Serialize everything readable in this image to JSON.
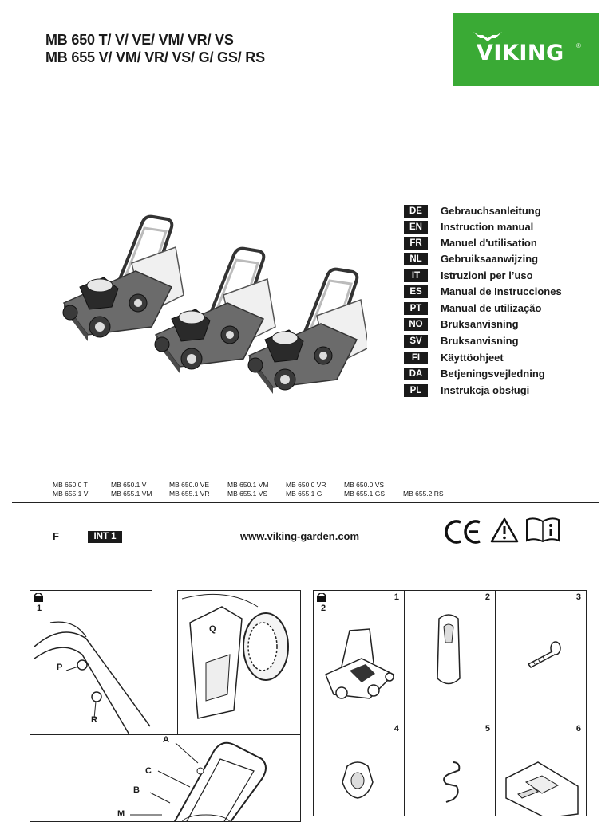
{
  "header": {
    "title_line_1": "MB 650 T/ V/ VE/ VM/ VR/ VS",
    "title_line_2": "MB 655 V/ VM/ VR/ VS/ G/ GS/ RS",
    "logo": {
      "text": "VIKING",
      "registered": "®",
      "color": "#3aaa35"
    }
  },
  "languages": [
    {
      "code": "DE",
      "name": "Gebrauchsanleitung"
    },
    {
      "code": "EN",
      "name": "Instruction manual"
    },
    {
      "code": "FR",
      "name": "Manuel d'utilisation"
    },
    {
      "code": "NL",
      "name": "Gebruiksaanwijzing"
    },
    {
      "code": "IT",
      "name": "Istruzioni per l’uso"
    },
    {
      "code": "ES",
      "name": "Manual de Instrucciones"
    },
    {
      "code": "PT",
      "name": "Manual de utilização"
    },
    {
      "code": "NO",
      "name": "Bruksanvisning"
    },
    {
      "code": "SV",
      "name": "Bruksanvisning"
    },
    {
      "code": "FI",
      "name": "Käyttöohjeet"
    },
    {
      "code": "DA",
      "name": "Betjeningsvejledning"
    },
    {
      "code": "PL",
      "name": "Instrukcja obsługi"
    }
  ],
  "models": {
    "row_1": [
      "MB 650.0 T",
      "MB 650.1 V",
      "MB 650.0 VE",
      "MB 650.1 VM",
      "MB 650.0 VR",
      "MB 650.0 VS"
    ],
    "row_2": [
      "MB 655.1 V",
      "MB 655.1 VM",
      "MB 655.1 VR",
      "MB 655.1 VS",
      "MB 655.1 G",
      "MB 655.1 GS",
      "MB 655.2 RS"
    ]
  },
  "footer_bar": {
    "f_label": "F",
    "int_label": "INT 1",
    "website": "www.viking-garden.com",
    "symbols": [
      "ce-mark-icon",
      "warning-triangle-icon",
      "read-manual-icon"
    ]
  },
  "figure_1": {
    "number": "1",
    "callouts": {
      "p": "P",
      "r": "R",
      "q": "Q",
      "a": "A",
      "c": "C",
      "b": "B",
      "m": "M"
    }
  },
  "figure_2": {
    "number": "2",
    "parts": [
      "1",
      "2",
      "3",
      "4",
      "5",
      "6"
    ]
  },
  "colors": {
    "brand_green": "#3aaa35",
    "mower_grey": "#6b6b6b",
    "ink": "#1a1a1a"
  }
}
